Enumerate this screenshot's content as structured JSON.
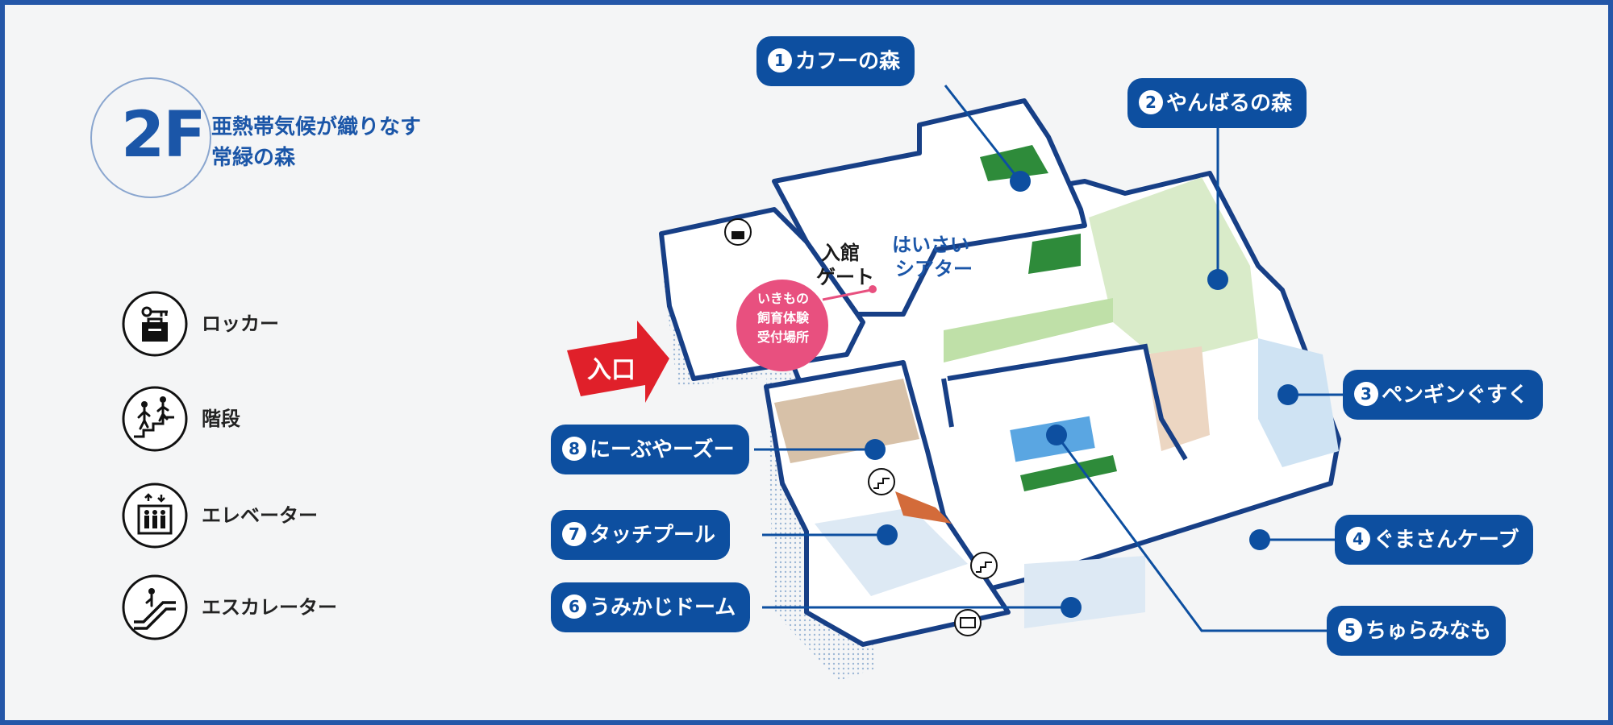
{
  "floor": {
    "number": "2F",
    "title_line1": "亜熱帯気候が織りなす",
    "title_line2": "常緑の森"
  },
  "legend": [
    {
      "label": "ロッカー",
      "icon": "locker-icon"
    },
    {
      "label": "階段",
      "icon": "stairs-icon"
    },
    {
      "label": "エレベーター",
      "icon": "elevator-icon"
    },
    {
      "label": "エスカレーター",
      "icon": "escalator-icon"
    }
  ],
  "map": {
    "entrance": "入口",
    "gate_line1": "入館",
    "gate_line2": "ゲート",
    "theater_line1": "はいさい",
    "theater_line2": "シアター",
    "reception_line1": "いきもの",
    "reception_line2": "飼育体験",
    "reception_line3": "受付場所"
  },
  "areas": [
    {
      "num": "1",
      "name": "カフーの森"
    },
    {
      "num": "2",
      "name": "やんばるの森"
    },
    {
      "num": "3",
      "name": "ペンギンぐすく"
    },
    {
      "num": "4",
      "name": "ぐまさんケーブ"
    },
    {
      "num": "5",
      "name": "ちゅらみなも"
    },
    {
      "num": "6",
      "name": "うみかじドーム"
    },
    {
      "num": "7",
      "name": "タッチプール"
    },
    {
      "num": "8",
      "name": "にーぶやーズー"
    }
  ],
  "colors": {
    "brand_blue": "#0d4fa0",
    "frame_blue": "#2457a8",
    "entrance_red": "#e0202a",
    "reception_pink": "#e8507f",
    "water_blue": "#cfe3f3",
    "forest_green": "#2e8b3a"
  }
}
